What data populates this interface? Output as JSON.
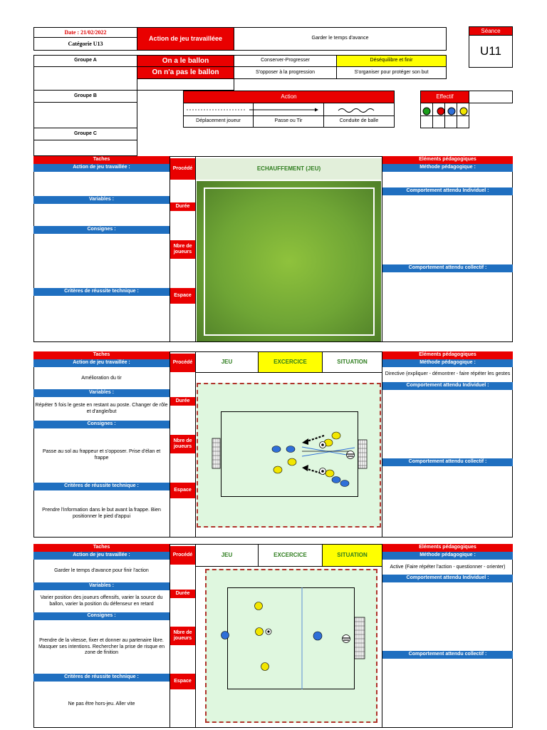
{
  "header": {
    "date": "Date : 21/02/2022",
    "categorie": "Catégorie U13",
    "action_label": "Action de jeu travailléee",
    "action_value": "Garder le temps d'avance",
    "seance_label": "Séance",
    "seance_value": "U11",
    "groupe_a": "Groupe A",
    "groupe_b": "Groupe B",
    "groupe_c": "Groupe C",
    "ballon_on": "On a le ballon",
    "ballon_off": "On n'a pas le ballon",
    "conserver": "Conserver-Progresser",
    "desequilibre": "Déséquilibre et finir",
    "opposer": "S'opposer à la progression",
    "organiser": "S'organiser pour protéger son but"
  },
  "legend": {
    "action_title": "Action",
    "deplacement": "Déplacement joueur",
    "passe": "Passe ou Tir",
    "conduite": "Conduite de balle",
    "effectif_title": "Effectif",
    "colors": [
      "#1a9e1a",
      "#e00000",
      "#2f6fd8",
      "#f2e600"
    ]
  },
  "labels": {
    "taches": "Taches",
    "action_jeu": "Action de jeu travaillée :",
    "variables": "Variables :",
    "consignes": "Consignes :",
    "criteres": "Critères de réussite technique :",
    "procede": "Procédé",
    "duree": "Durée",
    "nbre": "Nbre de joueurs",
    "espace": "Espace",
    "elements": "Eléments pédagogiques",
    "methode": "Méthode pédagogique :",
    "comp_ind": "Comportement attendu Individuel :",
    "comp_coll": "Comportement attendu collectif :"
  },
  "section1": {
    "title": "ECHAUFFEMENT (JEU)"
  },
  "section2": {
    "tabs": [
      "JEU",
      "EXCERCICE",
      "SITUATION"
    ],
    "action_text": "Amélioration du tir",
    "variables_text": "Répéter 5 fois le geste en restant au poste. Changer de rôle et d'angle/but",
    "consignes_text": "Passe au sol au frappeur et s'opposer. Prise d'élan et frappe",
    "criteres_text": "Prendre l'information dans le but avant la frappe. Bien positionner le pied d'appui",
    "methode_text": "Directive (expliquer - démontrer - faire répéter les gestes"
  },
  "section3": {
    "tabs": [
      "JEU",
      "EXCERCICE",
      "SITUATION"
    ],
    "action_text": "Garder le temps d'avance pour finir l'action",
    "variables_text": "Varier position des joueurs offensifs, varier la source du ballon, varier la position du défenseur en retard",
    "consignes_text": "Prendre de la vitesse, fixer et donner au partenaire libre. Masquer ses intentions. Rechercher la prise de risque en zone de finition",
    "criteres_text": "Ne pas être hors-jeu. Aller vite",
    "methode_text": "Active (Faire répéter l'action - questionner - orienter)"
  }
}
